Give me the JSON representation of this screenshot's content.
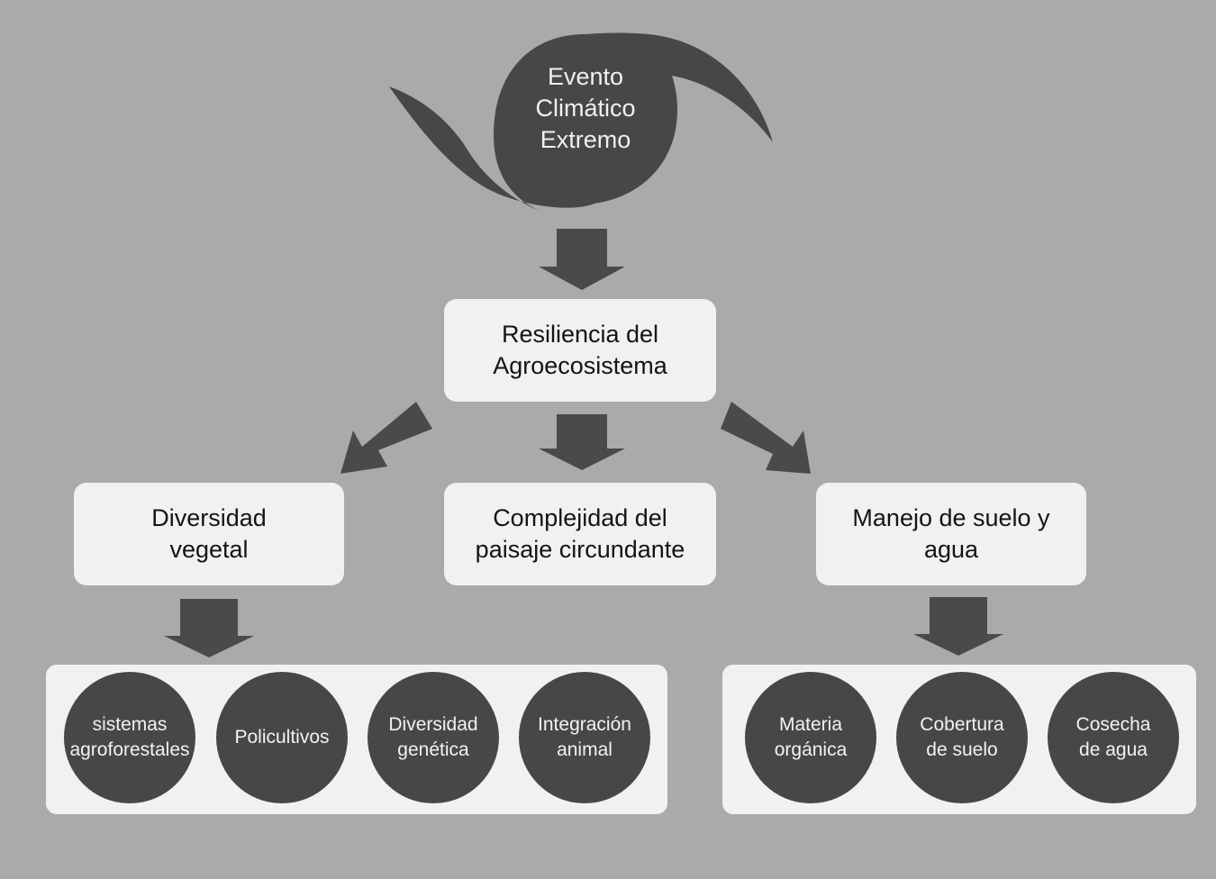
{
  "colors": {
    "background": "#a9aaab",
    "box_fill": "#f1f1f1",
    "dark_fill": "#474747",
    "arrow_fill": "#4a4a4a"
  },
  "storm": {
    "label": "Evento\nClimático\nExtremo",
    "icon": "hurricane-icon"
  },
  "resilience": {
    "label": "Resiliencia del\nAgroecosistema"
  },
  "branches": {
    "plant_diversity": {
      "label": "Diversidad\nvegetal"
    },
    "landscape": {
      "label": "Complejidad del\npaisaje circundante"
    },
    "soil_water": {
      "label": "Manejo de suelo y\nagua"
    }
  },
  "plant_practices": [
    {
      "label": "sistemas\nagroforestales"
    },
    {
      "label": "Policultivos"
    },
    {
      "label": "Diversidad\ngenética"
    },
    {
      "label": "Integración\nanimal"
    }
  ],
  "soil_practices": [
    {
      "label": "Materia\norgánica"
    },
    {
      "label": "Cobertura\nde suelo"
    },
    {
      "label": "Cosecha\nde agua"
    }
  ]
}
